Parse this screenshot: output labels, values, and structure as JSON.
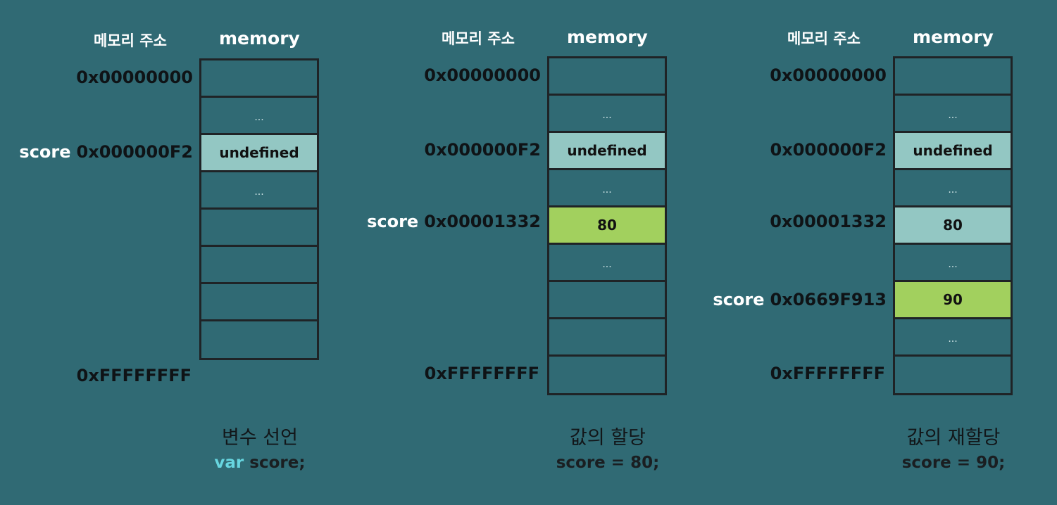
{
  "headers": {
    "address": "메모리 주소",
    "memory": "memory"
  },
  "panels": [
    {
      "caption": "변수 선언",
      "code": {
        "keyword": "var",
        "rest": " score;"
      },
      "cells": [
        "",
        "...",
        "undefined",
        "...",
        "",
        "",
        "",
        ""
      ],
      "addresses": [
        {
          "label": "",
          "value": "0x00000000"
        },
        {
          "label": "score",
          "value": "0x000000F2"
        },
        {
          "label": "",
          "value": "0xFFFFFFFF"
        }
      ]
    },
    {
      "caption": "값의 할당",
      "code": {
        "text": "score = 80;"
      },
      "cells": [
        "",
        "...",
        "undefined",
        "...",
        "80",
        "...",
        "",
        "",
        ""
      ],
      "addresses": [
        {
          "label": "",
          "value": "0x00000000"
        },
        {
          "label": "",
          "value": "0x000000F2"
        },
        {
          "label": "score",
          "value": "0x00001332"
        },
        {
          "label": "",
          "value": "0xFFFFFFFF"
        }
      ]
    },
    {
      "caption": "값의 재할당",
      "code": {
        "text": "score = 90;"
      },
      "cells": [
        "",
        "...",
        "undefined",
        "...",
        "80",
        "...",
        "90",
        "...",
        ""
      ],
      "addresses": [
        {
          "label": "",
          "value": "0x00000000"
        },
        {
          "label": "",
          "value": "0x000000F2"
        },
        {
          "label": "",
          "value": "0x00001332"
        },
        {
          "label": "score",
          "value": "0x0669F913"
        },
        {
          "label": "",
          "value": "0xFFFFFFFF"
        }
      ]
    }
  ],
  "colors": {
    "background": "#306a74",
    "undefined_cell": "#93c7c3",
    "old_value_cell": "#93c7c3",
    "current_value_cell": "#a2d05e",
    "keyword": "#67d6e0"
  }
}
